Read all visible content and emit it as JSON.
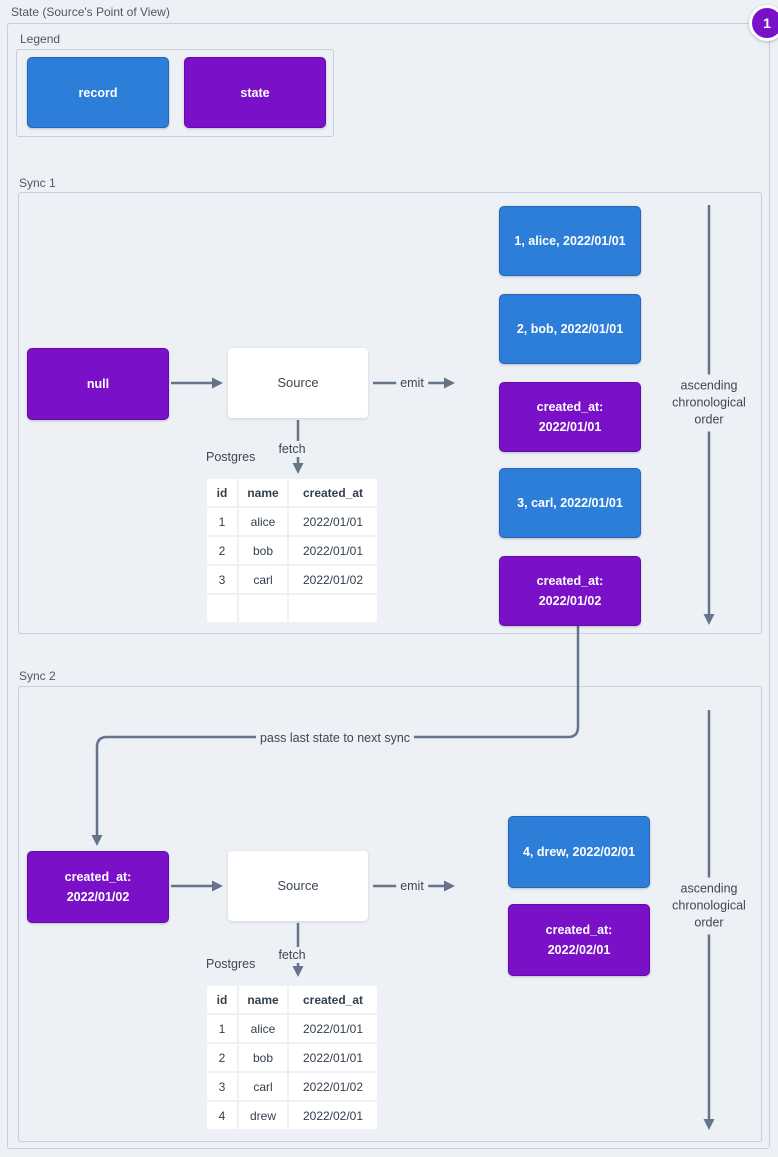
{
  "title": "State (Source's Point of View)",
  "badge": {
    "value": "1"
  },
  "colors": {
    "record": "#2d7ed9",
    "state": "#7a10c8",
    "arrow": "#64748b",
    "background": "#edf0f4"
  },
  "legend": {
    "label": "Legend",
    "items": [
      {
        "kind": "record",
        "label": "record"
      },
      {
        "kind": "state",
        "label": "state"
      }
    ]
  },
  "connector": {
    "label": "pass last state to next sync"
  },
  "sync1": {
    "label": "Sync 1",
    "input_state": {
      "line1": "null",
      "line2": ""
    },
    "source_label": "Source",
    "emit_label": "emit",
    "fetch_label": "fetch",
    "db_label": "Postgres",
    "table": {
      "headers": [
        "id",
        "name",
        "created_at"
      ],
      "rows": [
        [
          "1",
          "alice",
          "2022/01/01"
        ],
        [
          "2",
          "bob",
          "2022/01/01"
        ],
        [
          "3",
          "carl",
          "2022/01/02"
        ],
        [
          "",
          "",
          ""
        ]
      ]
    },
    "emitted": [
      {
        "kind": "record",
        "line1": "1, alice, 2022/01/01",
        "line2": ""
      },
      {
        "kind": "record",
        "line1": "2, bob, 2022/01/01",
        "line2": ""
      },
      {
        "kind": "state",
        "line1": "created_at:",
        "line2": "2022/01/01"
      },
      {
        "kind": "record",
        "line1": "3, carl, 2022/01/01",
        "line2": ""
      },
      {
        "kind": "state",
        "line1": "created_at:",
        "line2": "2022/01/02"
      }
    ],
    "order_note": {
      "line1": "ascending",
      "line2": "chronological",
      "line3": "order"
    }
  },
  "sync2": {
    "label": "Sync 2",
    "input_state": {
      "line1": "created_at:",
      "line2": "2022/01/02"
    },
    "source_label": "Source",
    "emit_label": "emit",
    "fetch_label": "fetch",
    "db_label": "Postgres",
    "table": {
      "headers": [
        "id",
        "name",
        "created_at"
      ],
      "rows": [
        [
          "1",
          "alice",
          "2022/01/01"
        ],
        [
          "2",
          "bob",
          "2022/01/01"
        ],
        [
          "3",
          "carl",
          "2022/01/02"
        ],
        [
          "4",
          "drew",
          "2022/02/01"
        ]
      ]
    },
    "emitted": [
      {
        "kind": "record",
        "line1": "4, drew, 2022/02/01",
        "line2": ""
      },
      {
        "kind": "state",
        "line1": "created_at:",
        "line2": "2022/02/01"
      }
    ],
    "order_note": {
      "line1": "ascending",
      "line2": "chronological",
      "line3": "order"
    }
  }
}
